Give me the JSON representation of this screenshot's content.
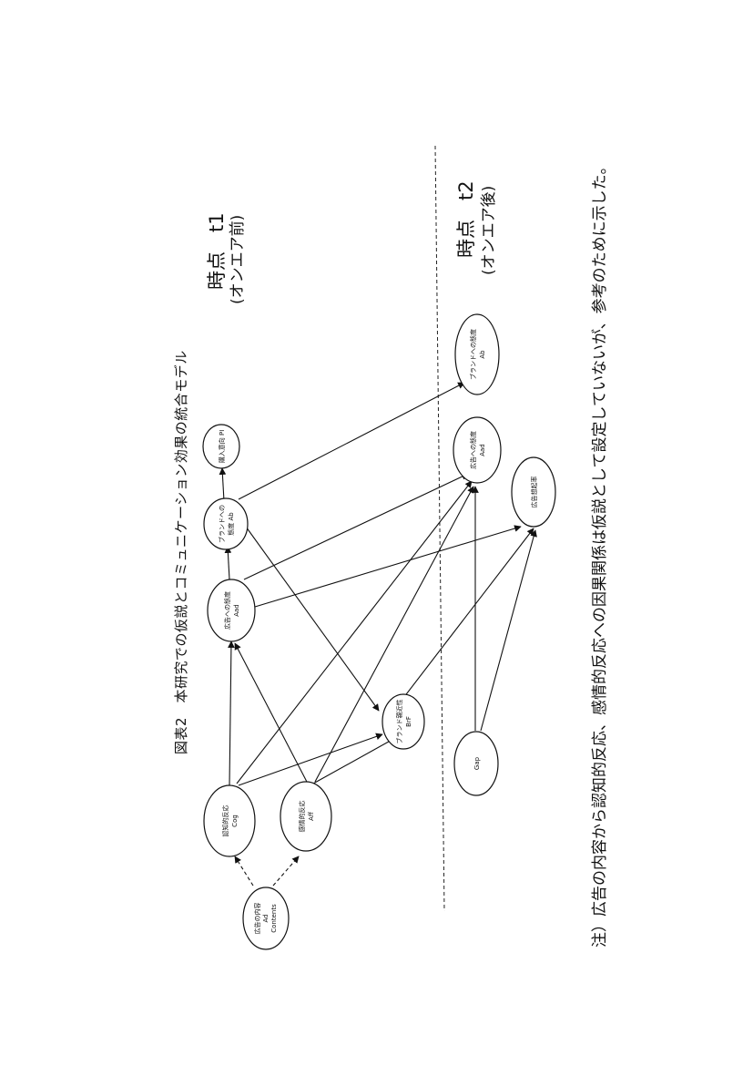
{
  "figure": {
    "title": "図表2　本研究での仮説とコミュニケーション効果の統合モデル",
    "note": "注）広告の内容から認知的反応、感情的反応への因果関係は仮説として設定していないが、参考のために示した。"
  },
  "timepoints": {
    "t1": {
      "label": "時点　t1",
      "sub": "(オンエア前)"
    },
    "t2": {
      "label": "時点　t2",
      "sub": "(オンエア後)"
    }
  },
  "nodes": {
    "ad_content": {
      "line1": "広告の内容",
      "line2": "Ad",
      "line3": "Contents"
    },
    "cognitive": {
      "line1": "認知的反応",
      "line2": "Cog"
    },
    "affective": {
      "line1": "感情的反応",
      "line2": "Aff"
    },
    "aad_t1": {
      "line1": "広告への態度",
      "line2": "Aad"
    },
    "ab_t1": {
      "line1": "ブランドへの",
      "line2": "態度 Ab"
    },
    "purchase": {
      "line1": "購入意向 PI"
    },
    "brand_fam": {
      "line1": "ブランド親近性",
      "line2": "BrF"
    },
    "gap": {
      "line1": "Gap"
    },
    "aad_t2": {
      "line1": "広告への態度",
      "line2": "Aad"
    },
    "ab_t2": {
      "line1": "ブランドへの態度",
      "line2": "Ab"
    },
    "ad_recall": {
      "line1": "広告想起率"
    }
  }
}
